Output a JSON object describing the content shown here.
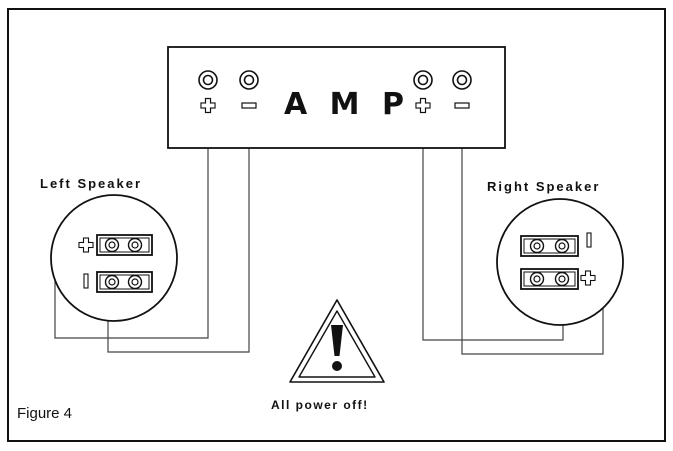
{
  "amp": {
    "label": "A M P"
  },
  "left_speaker": {
    "label": "Left Speaker"
  },
  "right_speaker": {
    "label": "Right Speaker"
  },
  "warning": {
    "text": "All power off!"
  },
  "figure": {
    "caption": "Figure 4"
  },
  "terminal_symbols": {
    "plus": "+",
    "minus": "−"
  },
  "colors": {
    "line": "#111111",
    "wire": "#444444",
    "background": "#ffffff"
  },
  "icons": [
    "binding-post-icon",
    "plus-icon",
    "minus-icon",
    "speaker-terminal-icon",
    "warning-triangle-icon"
  ]
}
